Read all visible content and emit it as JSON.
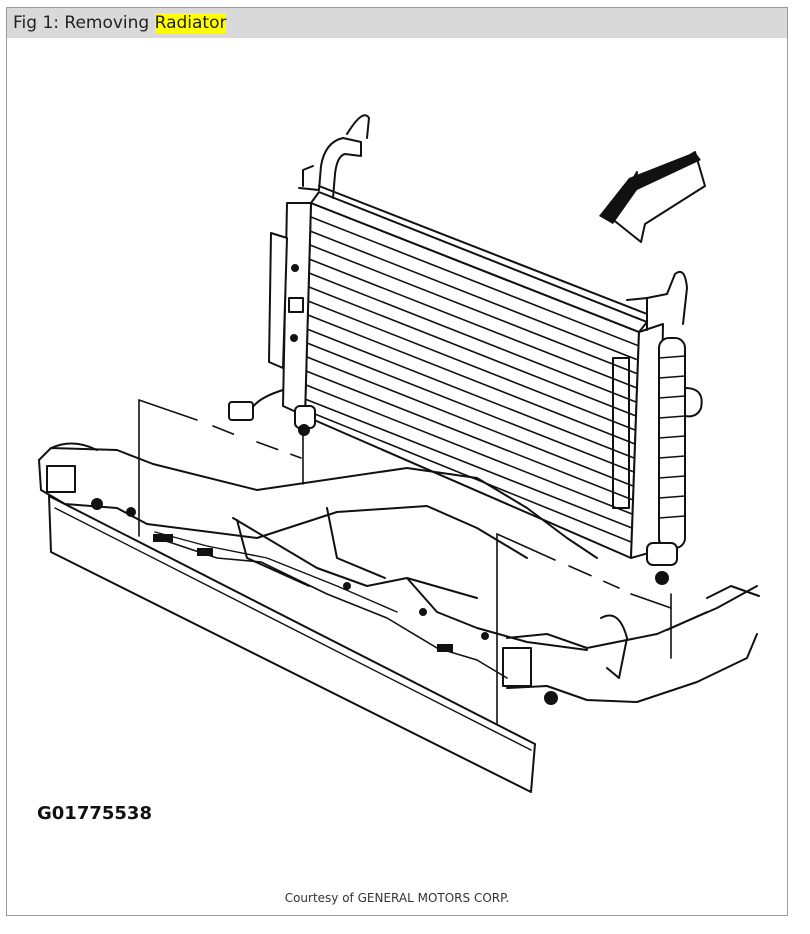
{
  "figure": {
    "caption_prefix": "Fig 1: Removing ",
    "caption_highlight": "Radiator",
    "part_code": "G01775538",
    "credit": "Courtesy of GENERAL MOTORS CORP."
  },
  "colors": {
    "caption_bar": "#d9d9d9",
    "highlight": "#ffff00",
    "line": "#111111"
  }
}
